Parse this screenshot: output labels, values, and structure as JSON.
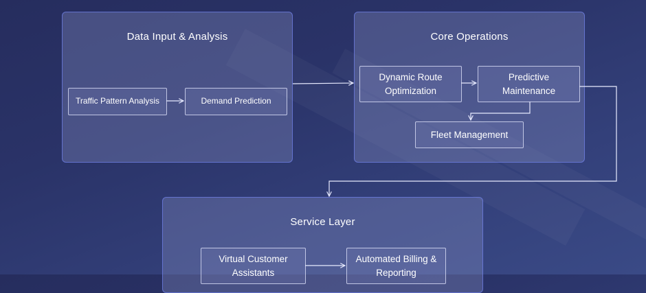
{
  "groups": {
    "input": {
      "title": "Data Input & Analysis",
      "nodes": {
        "traffic": "Traffic Pattern Analysis",
        "demand": "Demand Prediction"
      }
    },
    "core": {
      "title": "Core Operations",
      "nodes": {
        "route": "Dynamic Route Optimization",
        "maintenance": "Predictive Maintenance",
        "fleet": "Fleet Management"
      }
    },
    "service": {
      "title": "Service Layer",
      "nodes": {
        "assistants": "Virtual Customer Assistants",
        "billing": "Automated Billing & Reporting"
      }
    }
  },
  "colors": {
    "background": "#2a3368",
    "panel_border": "#6e7de6",
    "connector": "#e8ebff"
  }
}
